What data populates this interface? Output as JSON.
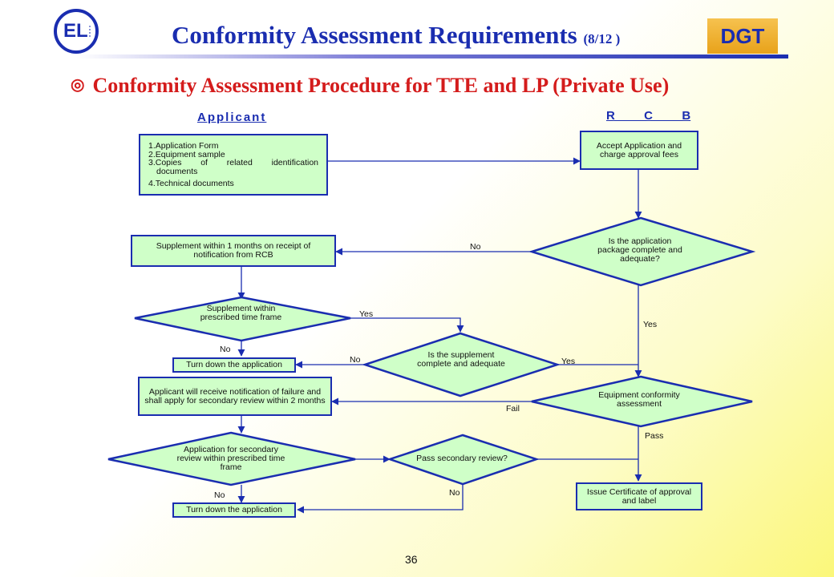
{
  "logo": {
    "text": "EL"
  },
  "header": {
    "title": "Conformity Assessment Requirements",
    "title_suffix": "(8/12 )",
    "brand": "DGT",
    "bullet": "◎",
    "subtitle": "Conformity Assessment  Procedure for TTE and LP (Private Use)"
  },
  "columns": {
    "applicant": "Applicant",
    "rcb": "R  C  B"
  },
  "nodes": {
    "application_docs": {
      "line1": "1.Application Form",
      "line2": "2.Equipment sample",
      "line3a": "3.Copies    of    related    identification",
      "line3b": "documents",
      "line4": "4.Technical documents"
    },
    "accept_application": "Accept Application and charge approval fees",
    "package_complete": "Is the application package complete and adequate?",
    "supplement_1_month": "Supplement within 1 months on receipt of notification from RCB",
    "supplement_in_time": "Supplement within prescribed time frame",
    "supplement_complete": "Is the supplement complete and adequate",
    "turn_down_1": "Turn down the application",
    "failure_notice": "Applicant will receive notification of failure and shall apply for secondary review within 2 months",
    "equipment_assessment": "Equipment conformity assessment",
    "secondary_in_time": "Application for secondary review within prescribed time frame",
    "pass_secondary": "Pass secondary review?",
    "issue_certificate": "Issue Certificate of approval and label",
    "turn_down_2": "Turn down the application"
  },
  "edges": {
    "no": "No",
    "yes": "Yes",
    "fail": "Fail",
    "pass": "Pass"
  },
  "page_number": "36"
}
